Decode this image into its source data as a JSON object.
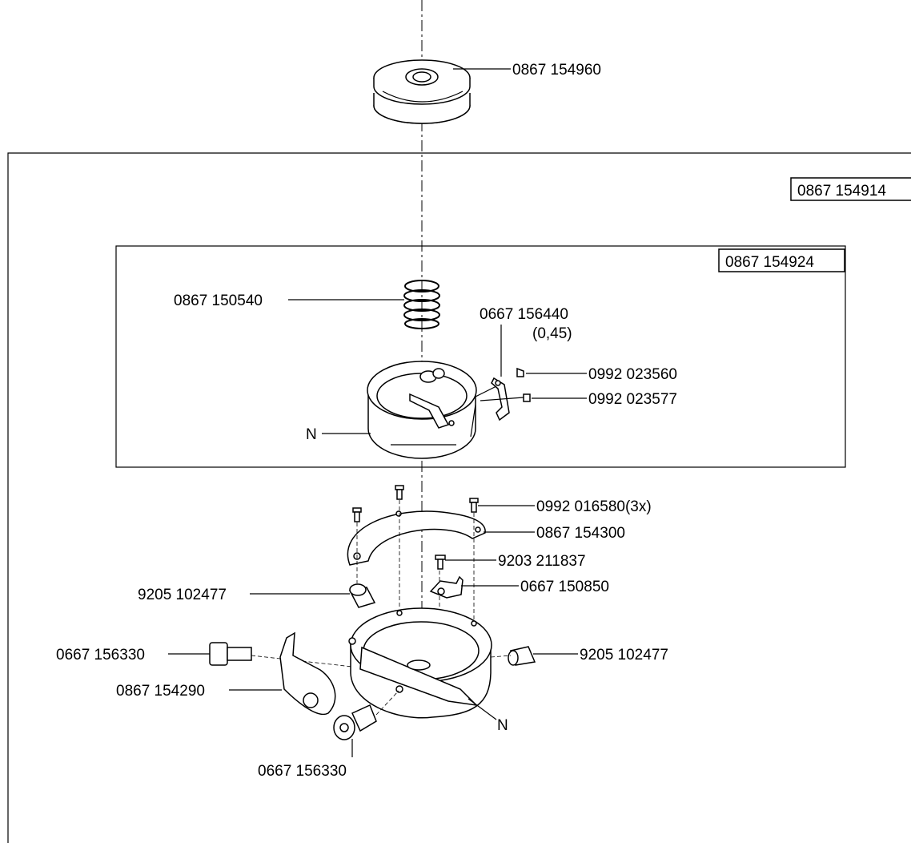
{
  "labels": {
    "bobbin": "0867 154960",
    "assembly_outer": "0867 154914",
    "assembly_inner": "0867 154924",
    "spring": "0867 150540",
    "tension_spring": "0667 156440",
    "tension_spring_note": "(0,45)",
    "screw_a": "0992 023560",
    "screw_b": "0992 023577",
    "n_upper": "N",
    "screws_3x": "0992 016580(3x)",
    "ring": "0867 154300",
    "small_screw": "9203 211837",
    "bracket": "0667 150850",
    "plug_left": "9205 102477",
    "plug_right": "9205 102477",
    "bolt_left": "0667 156330",
    "plate": "0867 154290",
    "bolt_bottom": "0667 156330",
    "n_lower": "N"
  }
}
